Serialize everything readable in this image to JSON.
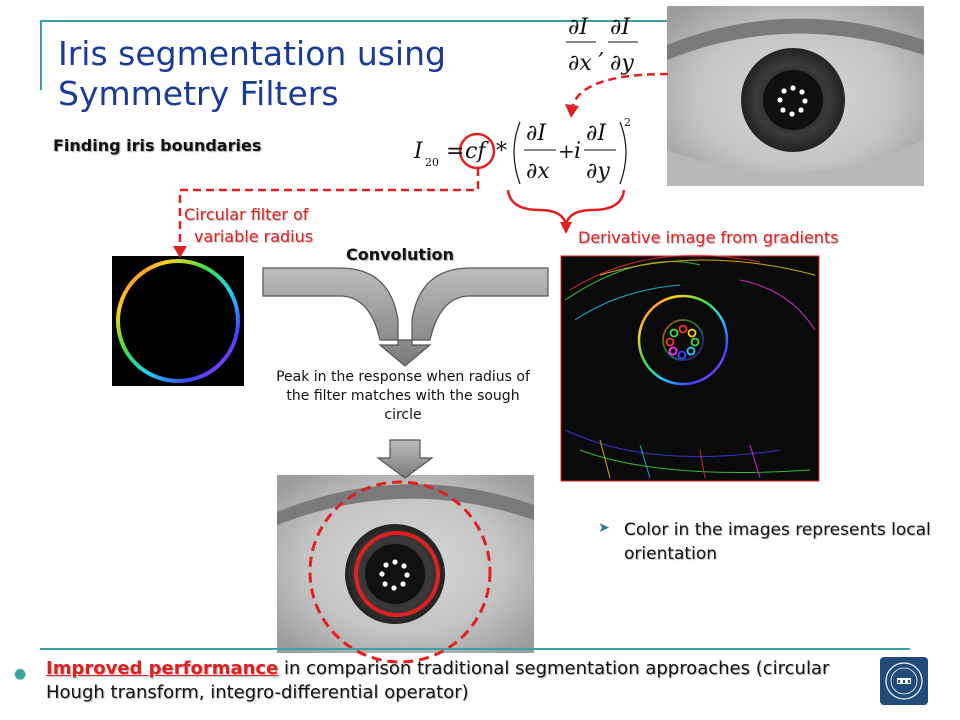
{
  "slide": {
    "title": "Iris segmentation using Symmetry Filters",
    "subtitle": "Finding iris boundaries",
    "labels": {
      "circular_filter_line1": "Circular filter of",
      "circular_filter_line2": "variable radius",
      "derivative_image": "Derivative image from gradients",
      "convolution": "Convolution"
    },
    "peak_text": "Peak in the response when radius of the filter matches with the sough circle",
    "note": "Color in the images represents local orientation",
    "bottom": {
      "highlight": "Improved performance",
      "rest": " in comparison traditional segmentation approaches (circular Hough transform, integro-differential operator)"
    },
    "formula": {
      "partial_I": "∂I",
      "partial_x": "∂x",
      "partial_y": "∂y",
      "comma": ",",
      "I": "I",
      "sub20": "20",
      "equals": "=",
      "cf": "cf",
      "star": "*",
      "plus": "+",
      "i": "i",
      "square": "2"
    },
    "colors": {
      "title": "#1a3a99",
      "accent_red": "#e02020",
      "rule_teal": "#3aa3a0"
    }
  }
}
